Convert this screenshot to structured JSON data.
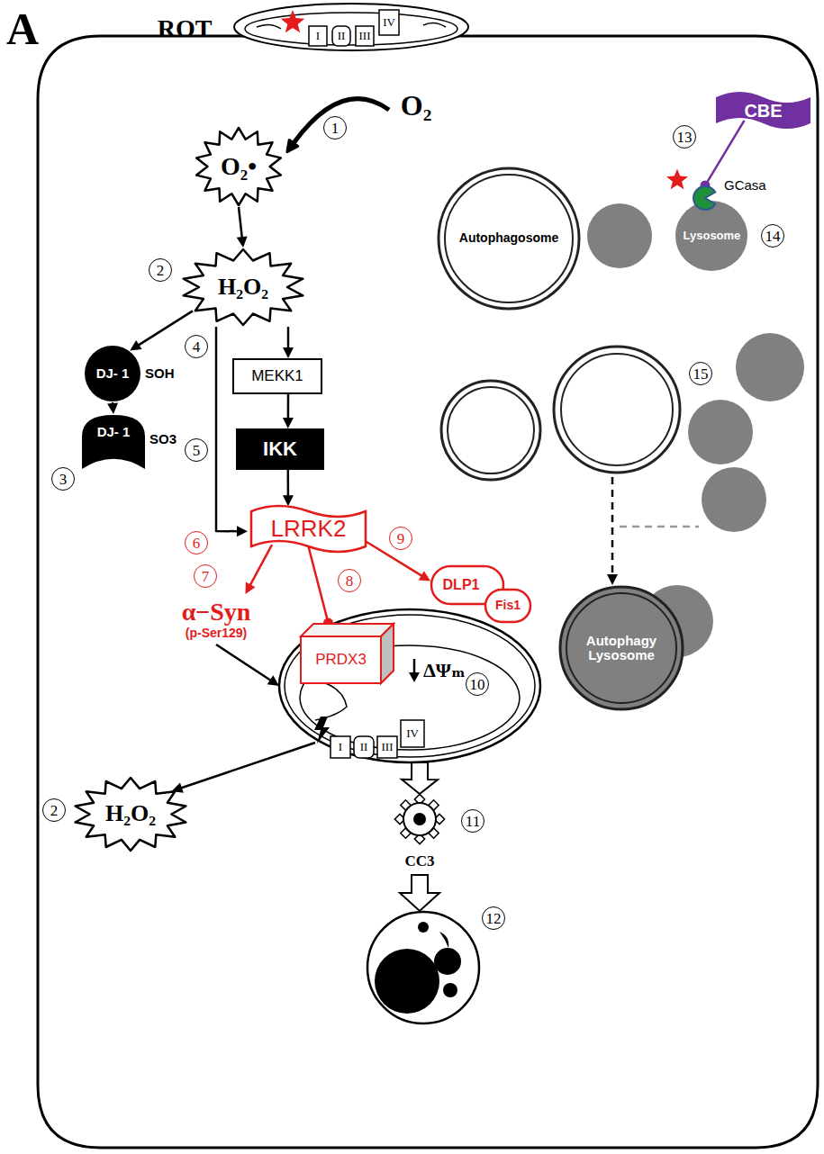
{
  "diagram": {
    "nodes": [
      {
        "text": [
          "O₂•"
        ]
      },
      {
        "text": [
          "H₂O₂"
        ]
      },
      {
        "text": [
          "DJ- 1",
          "SOH"
        ]
      },
      {
        "text": [
          "DJ- 1",
          "SO3"
        ]
      },
      {
        "text": [
          "MEKK1"
        ]
      },
      {
        "text": [
          "IKK"
        ]
      },
      {
        "text": [
          "LRRK2"
        ]
      },
      {
        "text": [
          "α−Syn",
          "(p-Ser129)"
        ]
      },
      {
        "text": [
          "PRDX3"
        ]
      },
      {
        "text": [
          "DLP1"
        ]
      },
      {
        "text": [
          "Fis1"
        ]
      },
      {
        "text": [
          "ΔΨₘ"
        ]
      },
      {
        "text": [
          "H₂O₂"
        ]
      },
      {
        "text": [
          "CC3"
        ]
      },
      {
        "text": [
          "CBE"
        ]
      },
      {
        "text": [
          "GCasa"
        ]
      },
      {
        "text": [
          "Lysosome"
        ]
      },
      {
        "text": [
          "Autophagosome"
        ]
      },
      {
        "text": [
          "Autophagy Lysosome"
        ]
      }
    ],
    "edges": [
      {
        "from": 0,
        "to": 1,
        "arrow": "to"
      },
      {
        "from": 1,
        "to": 2,
        "arrow": "to"
      },
      {
        "from": 2,
        "to": 3,
        "arrow": "to"
      },
      {
        "from": 1,
        "to": 4,
        "arrow": "to"
      },
      {
        "from": 4,
        "to": 5,
        "arrow": "to"
      },
      {
        "from": 5,
        "to": 6,
        "arrow": "to"
      },
      {
        "from": 1,
        "to": 6,
        "arrow": "to"
      },
      {
        "from": 6,
        "to": 7,
        "arrow": "to"
      },
      {
        "from": 6,
        "to": 8,
        "arrow": "to"
      },
      {
        "from": 6,
        "to": 9,
        "arrow": "to"
      },
      {
        "from": 7,
        "to": 11,
        "arrow": "to"
      },
      {
        "from": 11,
        "to": 12,
        "arrow": "to"
      },
      {
        "from": 11,
        "to": 13,
        "arrow": "to"
      },
      {
        "from": 14,
        "to": 15,
        "arrow": "to"
      }
    ],
    "labels": [
      "A",
      "ROT",
      "I",
      "II",
      "III",
      "IV",
      "O₂",
      "1",
      "2",
      "3",
      "4",
      "5",
      "6",
      "7",
      "8",
      "9",
      "10",
      "I",
      "II",
      "III",
      "IV",
      "2",
      "11",
      "12",
      "13",
      "14",
      "15"
    ]
  }
}
